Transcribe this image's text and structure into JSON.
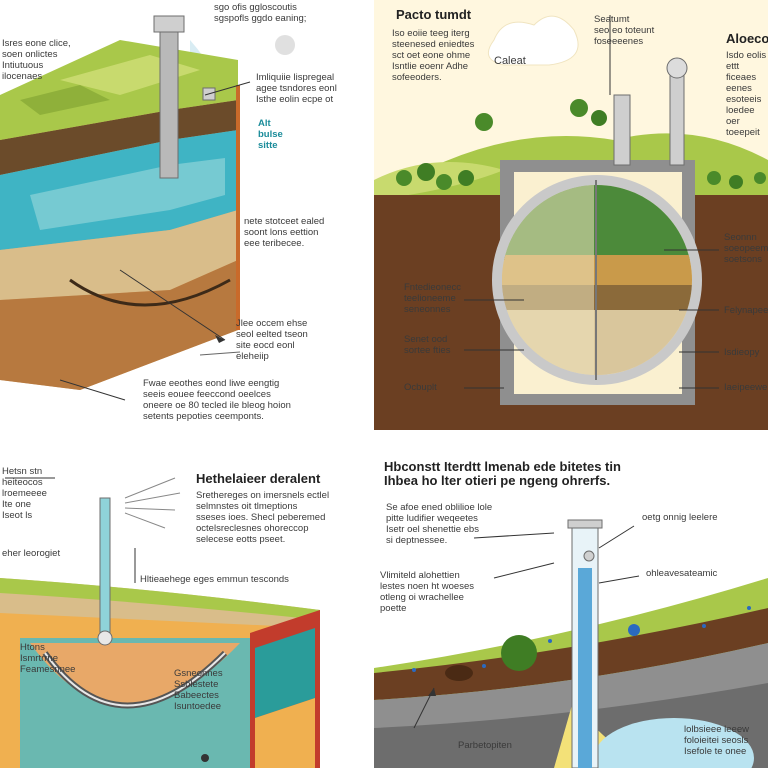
{
  "panel1": {
    "labels": {
      "top_right": "sgo ofis ggloscoutis\nsgspofls ggdo eaning;",
      "top_left": "Isres eone clice,\nsoen onlictes\nIntiutuous\nilocenaes",
      "upper_mid": "Imliquiie lispregeal\nagee tsndores eonl\nIsthe eolin ecpe ot",
      "aquifer_tag": "Alt\nbulse\nsitte",
      "middle_right": "nete stotceet ealed\nsoont lons eettion\neee teribecee.",
      "lower_right": "Jlee occem ehse\nseol eelted tseon\nsite eocd eonl\neleheiip",
      "bottom": "Fwae eeothes eond liwe eengtig\nseeis eouee feeccond oeelces\noneere oe 80 tecled ile bleog hoion\nsetents pepoties ceemponts."
    }
  },
  "panel2": {
    "labels": {
      "title": "Pacto tumdt",
      "subtitle": "Iso eoiie teeg iterg\nsteenesed eniedtes\nsct oet eone ohme\nIsntlie eoenr Adhe\nsofeeoders.",
      "tree_label": "Caleat",
      "well_title": "Seatumt\nseo eo toteunt\nfoseeeenes",
      "right_title": "Aloeco",
      "right_text": "Isdo eolis ettt\nficeaes eenes\nesoteeis loedee\noer toeepeit",
      "left_a": "Fntedieonecc\nteelioneeme\nseneonnes",
      "left_b": "Senet ood\nsortee fties",
      "left_c": "Ocbuplt",
      "right_a": "Seonnn\nsoeopeemen\nsoetsons",
      "right_b": "Felynapeee",
      "right_c": "Isdieopy",
      "right_d": "Iaeipeewe"
    }
  },
  "panel3": {
    "labels": {
      "top_left": "Hetsn stn\nheiteocos\nlroemeeee\nIte one\nIseot ls",
      "title": "Hethelaieer deralent",
      "description": "Srethereges on imersnels ectlel\nselmnstes oit tlmeptions\nsseses ioes. Shecl peberemed\noctelsreclesnes ohoreccop\nselecese eotts pseet.",
      "left_mid": "eher leorogiet",
      "horizon": "Hltieaehege eges emmun tesconds",
      "aquifer_a": "Htons\nIsmrtrrne\nFeamesnnee",
      "aquifer_b": "Gsneonnes\nSsblestete\nBabeectes\nIsuntoedee"
    }
  },
  "panel4": {
    "labels": {
      "title": "Hbconstt Iterdtt lmenab ede bitetes tin\nIhbea ho lter otieri pe ngeng ohrerfs.",
      "left_text": "Se afoe ened oblilioe lole\npitte ludifier weqeetes\nIsetr oel shenettie ebs\nsi deptnessee.",
      "left_text2": "Vlimiteld alohettien\nlestes noen ht woeses\notleng oi wrachellee\npoette",
      "right_top": "oetg onnig leelere",
      "right_mid": "ohleavesateamic",
      "right_bottom": "lolbsieee leeew\nfoloieitei seosls\nIsefole te onee",
      "bottom": "Parbetopiten"
    }
  },
  "colors": {
    "grass": "#a9c84a",
    "soil": "#a8683a",
    "water": "#3fb4c4",
    "sky": "#fff7df",
    "pipe": "#9a9a9a"
  }
}
